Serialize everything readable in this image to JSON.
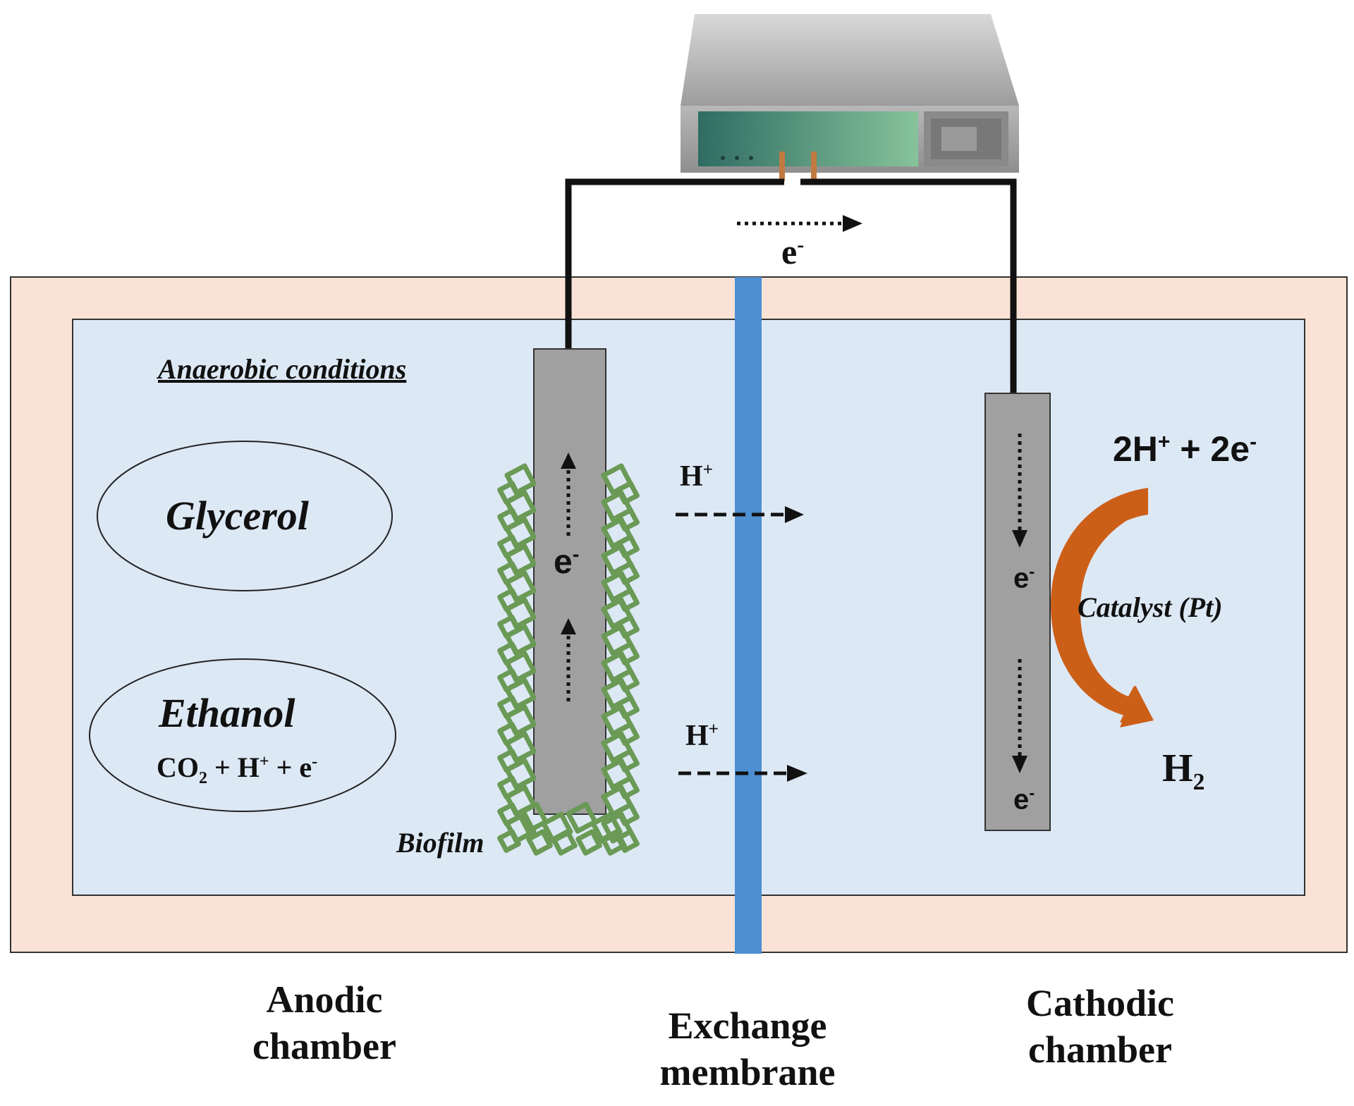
{
  "colors": {
    "outer_chamber": "#fae3d6",
    "inner_solution": "#dde8f5",
    "membrane": "#4d8fd1",
    "electrode": "#a0a0a0",
    "biofilm": "#6a9a55",
    "catalyst_arrow": "#cc5f18",
    "wire": "#111111",
    "device_body": "#b5b5b5",
    "device_screen": "#4f9a83"
  },
  "labels": {
    "anaerobic": "Anaerobic conditions",
    "glycerol": "Glycerol",
    "ethanol": "Ethanol",
    "ethanol_products": {
      "co": "CO",
      "two": "2",
      "plus_h": " + H",
      "hplus": "+",
      "plus_e": " + e",
      "eminus": "-"
    },
    "biofilm": "Biofilm",
    "h_plus_top": {
      "h": "H",
      "sup": "+"
    },
    "h_plus_bottom": {
      "h": "H",
      "sup": "+"
    },
    "wire_e": {
      "e": "e",
      "sup": "-"
    },
    "anode_e": {
      "e": "e",
      "sup": "-"
    },
    "cathode_e1": {
      "e": "e",
      "sup": "-"
    },
    "cathode_e2": {
      "e": "e",
      "sup": "-"
    },
    "reaction": {
      "a": "2H",
      "sup1": "+",
      "b": " + 2e",
      "sup2": "-"
    },
    "catalyst": "Catalyst (Pt)",
    "h2": {
      "h": "H",
      "sub": "2"
    },
    "anodic_line1": "Anodic",
    "anodic_line2": "chamber",
    "membrane_line1": "Exchange",
    "membrane_line2": "membrane",
    "cathodic_line1": "Cathodic",
    "cathodic_line2": "chamber"
  },
  "icons": {
    "power_source": "power-supply-icon",
    "biofilm_mesh": "biofilm-icon",
    "electron_flow": "dotted-arrow-icon",
    "proton_flow": "dashed-arrow-icon",
    "catalyst_reaction": "curved-arrow-icon"
  }
}
